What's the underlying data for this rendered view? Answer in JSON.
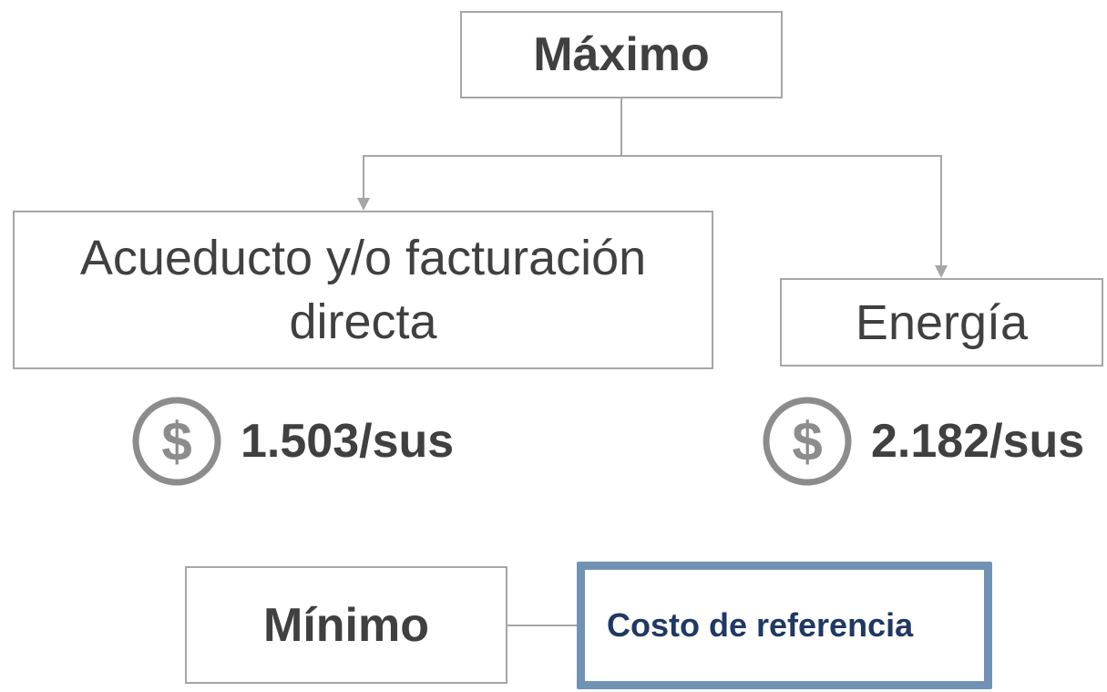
{
  "diagram": {
    "maximo": {
      "label": "Máximo"
    },
    "acueducto": {
      "label": "Acueducto y/o facturación directa",
      "cost": "1.503/sus"
    },
    "energia": {
      "label": "Energía",
      "cost": "2.182/sus"
    },
    "minimo": {
      "label": "Mínimo"
    },
    "referencia": {
      "label": "Costo de referencia"
    }
  },
  "icons": {
    "cost_icon": "dollar-circle-icon"
  },
  "colors": {
    "text": "#404040",
    "box_border": "#a6a6a6",
    "connector": "#a6a6a6",
    "icon": "#8c8c8c",
    "reference_border": "#7093b5",
    "reference_text": "#1f3864"
  }
}
